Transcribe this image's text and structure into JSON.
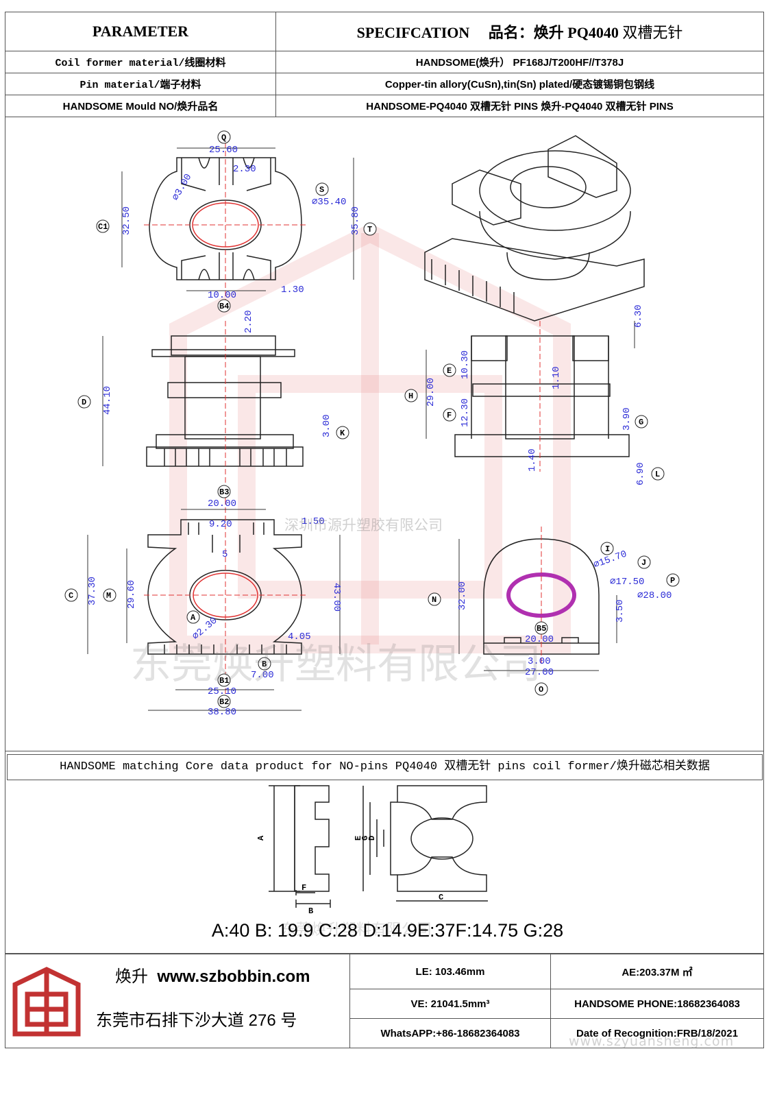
{
  "header": {
    "parameter": "PARAMETER",
    "specification": "SPECIFCATION",
    "product_name_label": "品名：焕升 PQ4040",
    "product_name_suffix": "双槽无针",
    "rows": [
      {
        "label": "Coil  former material/线圈材料",
        "value": "HANDSOME(焕升）  PF168J/T200HF//T378J"
      },
      {
        "label": "Pin material/端子材料",
        "value": "Copper-tin allory(CuSn),tin(Sn) plated/硬态镀锡铜包钢线"
      },
      {
        "label": "HANDSOME Mould NO/焕升品名",
        "value": "HANDSOME-PQ4040 双槽无针 PINS   焕升-PQ4040 双槽无针 PINS"
      }
    ]
  },
  "drawing": {
    "dims_top_view": [
      "25.60",
      "2.30",
      "35.40",
      "35.80",
      "32.50",
      "3.00",
      "10.00",
      "1.30"
    ],
    "dims_side_view": [
      "2.20",
      "44.10",
      "3.00"
    ],
    "dims_side_view_right": [
      "6.30",
      "10.30",
      "1.10",
      "29.00",
      "12.30",
      "3.90",
      "1.40",
      "6.90"
    ],
    "dims_bottom_view": [
      "20.00",
      "9.20",
      "1.50",
      "5",
      "37.30",
      "29.60",
      "43.00",
      "2.30",
      "4.05",
      "7.00",
      "25.10",
      "38.80"
    ],
    "dims_bottom_right": [
      "15.70",
      "17.50",
      "28.00",
      "32.00",
      "3.50",
      "20.00",
      "3.00",
      "27.00"
    ],
    "labels": [
      "Q",
      "S",
      "T",
      "C1",
      "B4",
      "D",
      "K",
      "E",
      "F",
      "H",
      "G",
      "L",
      "B3",
      "C",
      "M",
      "A",
      "B",
      "B1",
      "B2",
      "I",
      "J",
      "P",
      "N",
      "B5",
      "O"
    ],
    "watermark_top": "深圳市源升塑胶有限公司",
    "watermark_bottom": "东莞焕升塑料有限公司"
  },
  "core": {
    "title": "HANDSOME matching Core data  product for NO-pins PQ4040 双槽无针 pins coil former/焕升磁芯相关数据",
    "labels": [
      "A",
      "B",
      "F",
      "E",
      "G",
      "D",
      "C"
    ],
    "dimensions": "A:40 B: 19.9 C:28 D:14.9E:37F:14.75 G:28"
  },
  "footer": {
    "brand": "焕升",
    "website": "www.szbobbin.com",
    "address": "东莞市石排下沙大道 276 号",
    "le": "LE: 103.46mm",
    "ae": "AE:203.37M ㎡",
    "ve": "VE: 21041.5mm³",
    "phone": "HANDSOME PHONE:18682364083",
    "whatsapp": "WhatsAPP:+86-18682364083",
    "date": "Date of Recognition:FRB/18/2021",
    "watermark_url": "www.szyuansheng.com"
  },
  "colors": {
    "dimension_blue": "#2b2bd6",
    "center_red": "#e03030",
    "ring_purple": "#b030b0",
    "logo_red": "#c23232"
  }
}
